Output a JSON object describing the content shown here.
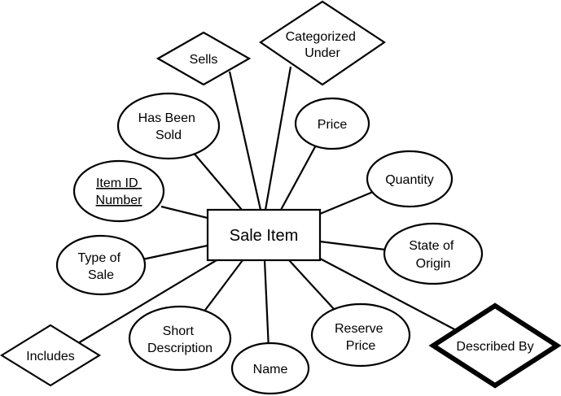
{
  "diagram": {
    "entity": {
      "label": "Sale Item"
    },
    "attributes": {
      "has_been_sold": [
        "Has Been",
        "Sold"
      ],
      "item_id_number": [
        "Item ID",
        "Number"
      ],
      "type_of_sale": [
        "Type of",
        "Sale"
      ],
      "short_description": [
        "Short",
        "Description"
      ],
      "name": "Name",
      "reserve_price": [
        "Reserve",
        "Price"
      ],
      "price": "Price",
      "quantity": "Quantity",
      "state_of_origin": [
        "State of",
        "Origin"
      ]
    },
    "relationships": {
      "sells": "Sells",
      "categorized_under": [
        "Categorized",
        "Under"
      ],
      "includes": "Includes",
      "described_by": "Described By"
    }
  }
}
